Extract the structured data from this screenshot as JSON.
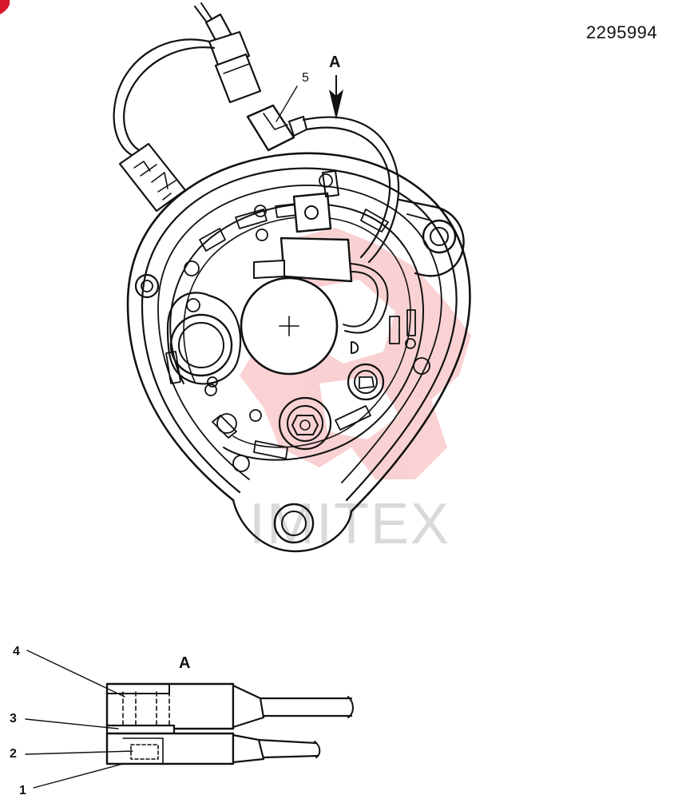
{
  "document_number": "2295994",
  "view_marker": "A",
  "detail_title": "A",
  "watermark": {
    "text": "IMITEX",
    "color": "#e8323a"
  },
  "callouts": {
    "c1": "1",
    "c2": "2",
    "c3": "3",
    "c4": "4",
    "c5": "5"
  },
  "corner_mark_color": "#d8182a"
}
